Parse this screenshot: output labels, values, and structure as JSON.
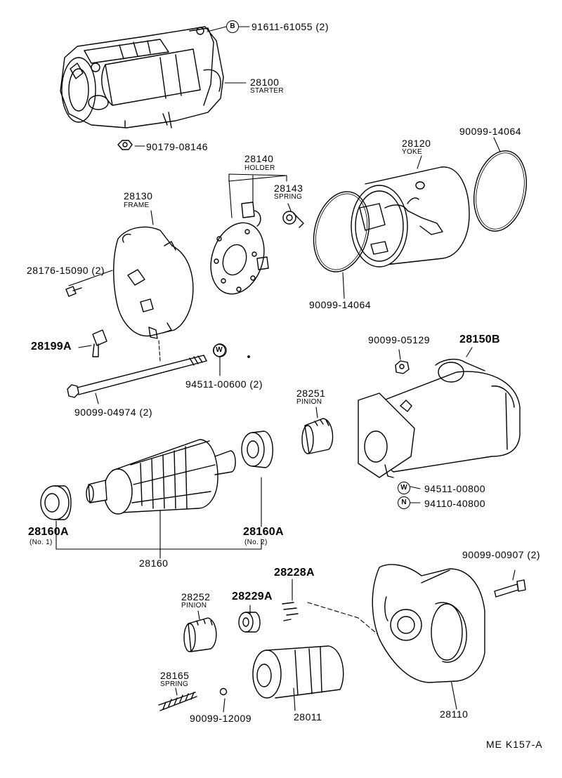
{
  "parts": {
    "p91611": {
      "number": "91611-61055 (2)",
      "badge": "B"
    },
    "p28100": {
      "number": "28100",
      "name": "STARTER"
    },
    "p90179": {
      "number": "90179-08146"
    },
    "p28120": {
      "number": "28120",
      "name": "YOKE"
    },
    "p90099_14064_top": {
      "number": "90099-14064"
    },
    "p28140": {
      "number": "28140",
      "name": "HOLDER"
    },
    "p28143": {
      "number": "28143",
      "name": "SPRING"
    },
    "p28130": {
      "number": "28130",
      "name": "FRAME"
    },
    "p28176": {
      "number": "28176-15090 (2)"
    },
    "p90099_14064_mid": {
      "number": "90099-14064"
    },
    "p28199A": {
      "number": "28199A"
    },
    "p94511_600": {
      "number": "94511-00600 (2)",
      "badge": "W"
    },
    "p90099_04974": {
      "number": "90099-04974 (2)"
    },
    "p90099_05129": {
      "number": "90099-05129"
    },
    "p28150B": {
      "number": "28150B"
    },
    "p28251": {
      "number": "28251",
      "name": "PINION"
    },
    "p94511_800": {
      "number": "94511-00800",
      "badge": "W"
    },
    "p94110": {
      "number": "94110-40800",
      "badge": "N"
    },
    "p28160A_1": {
      "number": "28160A",
      "name": "(No. 1)"
    },
    "p28160A_2": {
      "number": "28160A",
      "name": "(No. 2)"
    },
    "p28160": {
      "number": "28160"
    },
    "p90099_00907": {
      "number": "90099-00907 (2)"
    },
    "p28252": {
      "number": "28252",
      "name": "PINION"
    },
    "p28229A": {
      "number": "28229A"
    },
    "p28228A": {
      "number": "28228A"
    },
    "p28165": {
      "number": "28165",
      "name": "SPRING"
    },
    "p90099_12009": {
      "number": "90099-12009"
    },
    "p28011": {
      "number": "28011"
    },
    "p28110": {
      "number": "28110"
    }
  },
  "reference": "ME  K157-A"
}
